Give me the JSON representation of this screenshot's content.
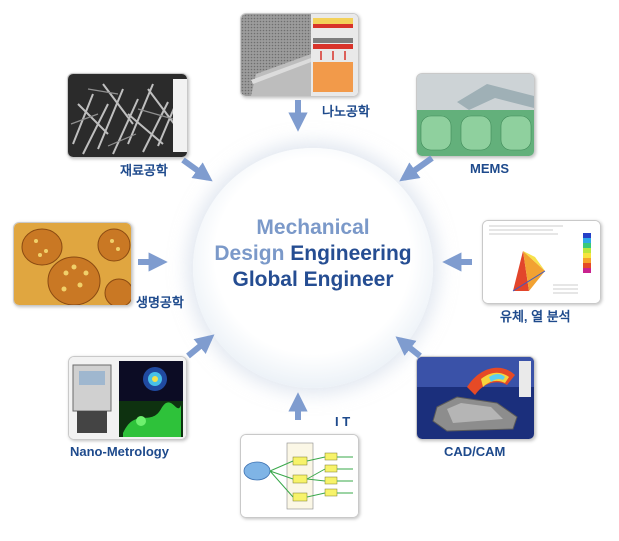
{
  "center": {
    "line1": "Mechanical",
    "line2a": "Design",
    "line2b": "Engineering",
    "line3": "Global Engineer"
  },
  "fields": {
    "nano": "나노공학",
    "mems": "MEMS",
    "materials": "재료공학",
    "bio": "생명공학",
    "fluid": "유체, 열 분석",
    "metrology": "Nano-Metrology",
    "it": "I T",
    "cad": "CAD/CAM"
  },
  "colors": {
    "arrow": "#7f9ccf",
    "label": "#1e4a8c",
    "center_light": "#7b99c9",
    "center_dark": "#254d92"
  },
  "images": {
    "nano": "nanostructure-layers-image",
    "mems": "mems-microstructure-image",
    "materials": "sem-microstructure-image",
    "bio": "pollen-cells-image",
    "fluid": "fluid-simulation-plot-image",
    "metrology": "metrology-instrument-image",
    "it": "network-diagram-image",
    "cad": "cad-model-rendering-image"
  }
}
